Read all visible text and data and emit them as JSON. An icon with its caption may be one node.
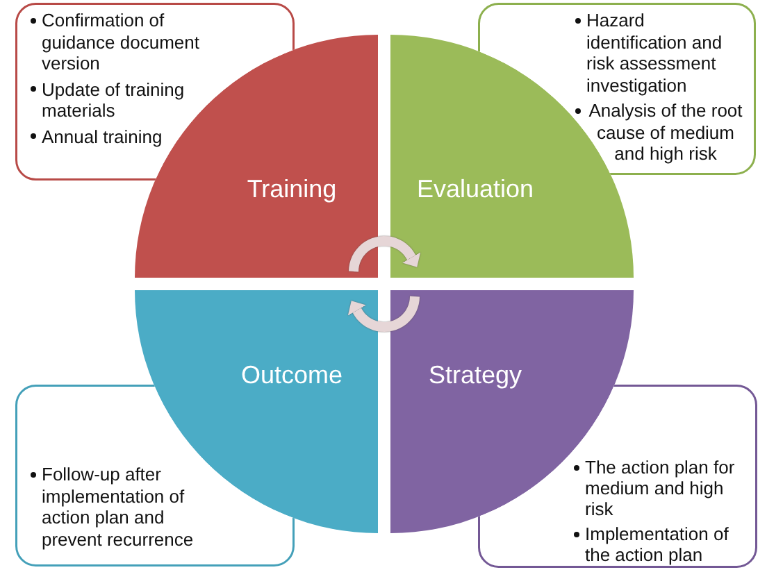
{
  "diagram": {
    "nodes": [
      {
        "text": [
          "Confirmation of guidance document version",
          "Update of training materials",
          "Annual training"
        ]
      },
      {
        "text": [
          "Hazard identification and risk assessment investigation",
          "Analysis of the root cause of medium and high risk"
        ]
      },
      {
        "text": [
          "Training"
        ]
      },
      {
        "text": [
          "Evaluation"
        ]
      },
      {
        "text": [
          "Outcome"
        ]
      },
      {
        "text": [
          "Strategy"
        ]
      },
      {
        "text": [
          "Follow-up after implementation of action plan and prevent recurrence"
        ]
      },
      {
        "text": [
          "The action plan for medium and high risk",
          "Implementation of the action plan"
        ]
      }
    ],
    "edges": [
      {
        "from": 2,
        "to": 3,
        "arrow": "to"
      },
      {
        "from": 5,
        "to": 4,
        "arrow": "to"
      }
    ]
  }
}
